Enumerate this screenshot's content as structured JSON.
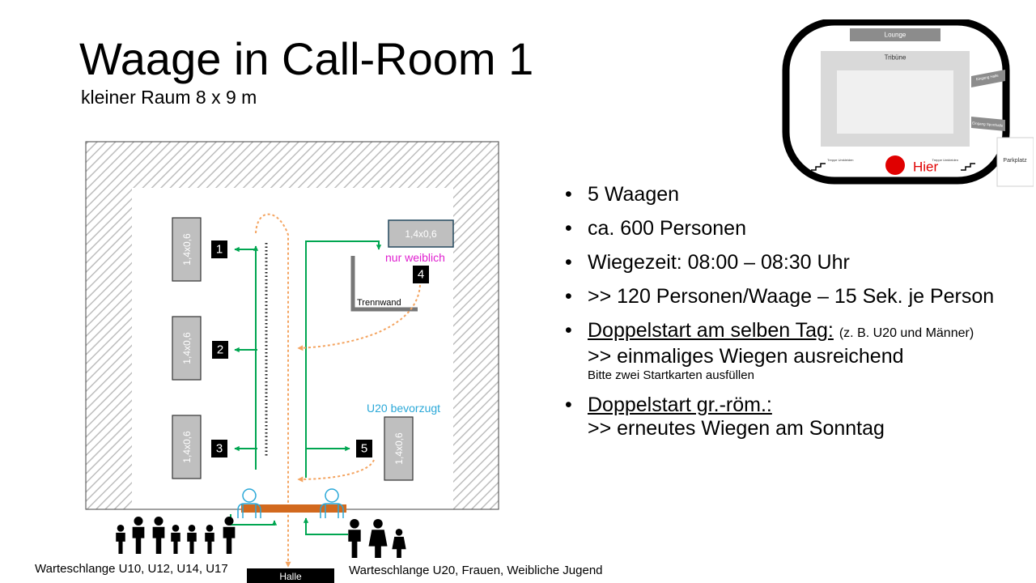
{
  "header": {
    "title": "Waage in Call-Room 1",
    "subtitle": "kleiner Raum 8 x 9 m"
  },
  "plan": {
    "scales": [
      {
        "id": "1",
        "size": "1,4x0,6"
      },
      {
        "id": "2",
        "size": "1,4x0,6"
      },
      {
        "id": "3",
        "size": "1,4x0,6"
      },
      {
        "id": "4",
        "size": "1,4x0,6"
      },
      {
        "id": "5",
        "size": "1,4x0,6"
      }
    ],
    "nur_weiblich": "nur weiblich",
    "trennwand": "Trennwand",
    "u20_bevorzugt": "U20 bevorzugt",
    "queue_left": "Warteschlange U10, U12, U14, U17",
    "queue_right": "Warteschlange U20, Frauen, Weibliche Jugend",
    "exit": "Halle"
  },
  "bullets": {
    "b1": "5 Waagen",
    "b2": "ca. 600 Personen",
    "b3": "Wiegezeit: 08:00 – 08:30 Uhr",
    "b4": ">> 120 Personen/Waage – 15 Sek. je Person",
    "b5_head": "Doppelstart am selben Tag:",
    "b5_note": "(z. B. U20 und Männer)",
    "b5_line2": ">> einmaliges Wiegen ausreichend",
    "b5_line3": "Bitte zwei Startkarten ausfüllen",
    "b6_head": "Doppelstart gr.-röm.:",
    "b6_line2": ">> erneutes Wiegen am Sonntag"
  },
  "stadium": {
    "lounge": "Lounge",
    "tribune": "Tribüne",
    "eingang_top": "Eingang Halle",
    "eingang_bottom": "Eingang Sporthalle",
    "treppe_left": "Treppe Umkleiden",
    "treppe_right": "Treppe Umkleiden",
    "hier": "Hier",
    "parkplatz": "Parkplatz"
  },
  "colors": {
    "green": "#00A651",
    "orange": "#F4A460",
    "bench": "#D2691E",
    "magenta": "#E020D0",
    "blue": "#2AA8D8",
    "red": "#E00000"
  }
}
